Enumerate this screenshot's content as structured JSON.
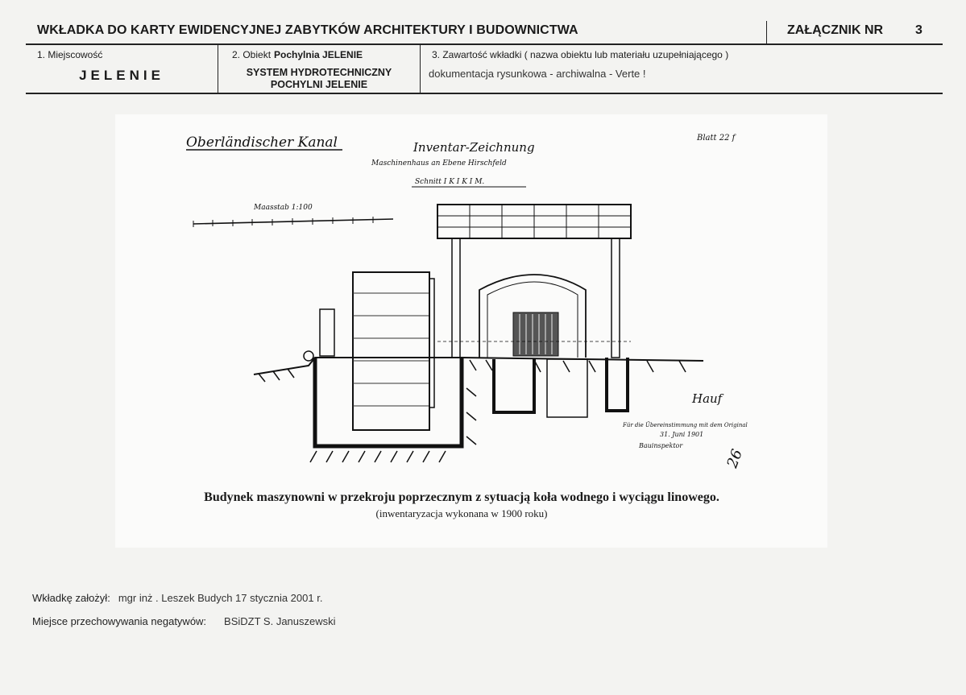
{
  "header": {
    "title": "WKŁADKA DO KARTY EWIDENCYJNEJ ZABYTKÓW ARCHITEKTURY I BUDOWNICTWA",
    "annex_label": "ZAŁĄCZNIK NR",
    "annex_number": "3"
  },
  "fields": {
    "place_label": "1. Miejscowość",
    "place_value": "JELENIE",
    "object_label": "2. Obiekt",
    "object_name": "Pochylnia JELENIE",
    "object_value_line1": "SYSTEM HYDROTECHNICZNY",
    "object_value_line2": "POCHYLNI JELENIE",
    "content_label": "3. Zawartość wkładki ( nazwa obiektu lub materiału uzupełniającego )",
    "content_value": "dokumentacja rysunkowa  - archiwalna   -   Verte !"
  },
  "drawing": {
    "inscription_canal": "Oberländischer Kanal",
    "inscription_title": "Inventar-Zeichnung",
    "inscription_sub1": "Maschinenhaus an Ebene Hirschfeld",
    "inscription_sub2": "Schnitt I K I K I M.",
    "inscription_sheet": "Blatt 22 f",
    "inscription_scale": "Maasstab 1:100",
    "inscription_signature": "Hauf",
    "inscription_note": "Für die Übereinstimmung mit dem Original",
    "inscription_date": "31. Juni 1901",
    "inscription_official": "Bauinspektor",
    "sheet_number": "26"
  },
  "caption": {
    "main": "Budynek maszynowni w przekroju poprzecznym z sytuacją koła wodnego i wyciągu linowego.",
    "note": "(inwentaryzacja wykonana w 1900 roku)"
  },
  "footer": {
    "founder_label": "Wkładkę założył:",
    "founder_value": "mgr inż . Leszek Budych 17 stycznia 2001 r.",
    "storage_label": "Miejsce przechowywania negatywów:",
    "storage_value": "BSiDZT S. Januszewski"
  }
}
